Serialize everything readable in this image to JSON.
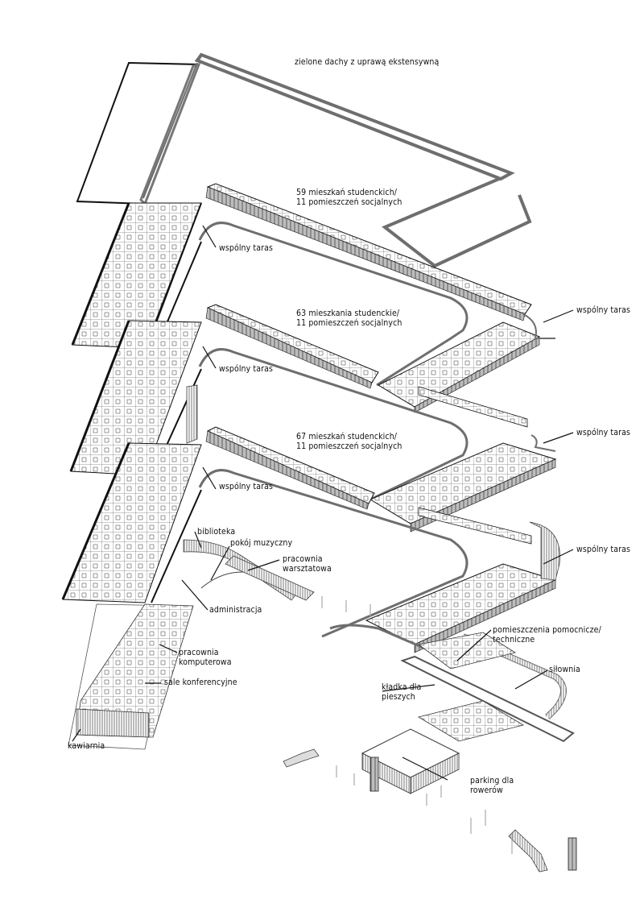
{
  "diagram": {
    "type": "exploded axonometric",
    "colors": {
      "ink": "#111111",
      "wall": "#6e6e6e",
      "glass": "#9a9a9a",
      "paper": "#ffffff"
    }
  },
  "levels": {
    "roof": {
      "label": "zielone dachy z uprawą ekstensywną"
    },
    "floor3": {
      "label_line1": "59 mieszkań studenckich/",
      "label_line2": "11 pomieszczeń socjalnych",
      "terrace_left": "wspólny taras",
      "terrace_right": "wspólny taras"
    },
    "floor2": {
      "label_line1": "63 mieszkania studenckie/",
      "label_line2": "11 pomieszczeń socjalnych",
      "terrace_left": "wspólny taras",
      "terrace_right": "wspólny taras"
    },
    "floor1": {
      "label_line1": "67 mieszkań studenckich/",
      "label_line2": "11 pomieszczeń socjalnych",
      "terrace_left": "wspólny taras",
      "terrace_right": "wspólny taras"
    },
    "ground": {
      "biblioteka": "biblioteka",
      "pokoj_muzyczny": "pokój muzyczny",
      "pracownia_warsztatowa_1": "pracownia",
      "pracownia_warsztatowa_2": "warsztatowa",
      "administracja": "administracja",
      "pracownia_komputerowa_1": "pracownia",
      "pracownia_komputerowa_2": "komputerowa",
      "sale_konferencyjne": "sale konferencyjne",
      "kawiarnia": "kawiarnia",
      "pomieszczenia_1": "pomieszczenia pomocnicze/",
      "pomieszczenia_2": "techniczne",
      "silownia": "siłownia",
      "kladka_1": "kładka dla",
      "kladka_2": "pieszych",
      "parking_1": "parking dla",
      "parking_2": "rowerów"
    }
  }
}
